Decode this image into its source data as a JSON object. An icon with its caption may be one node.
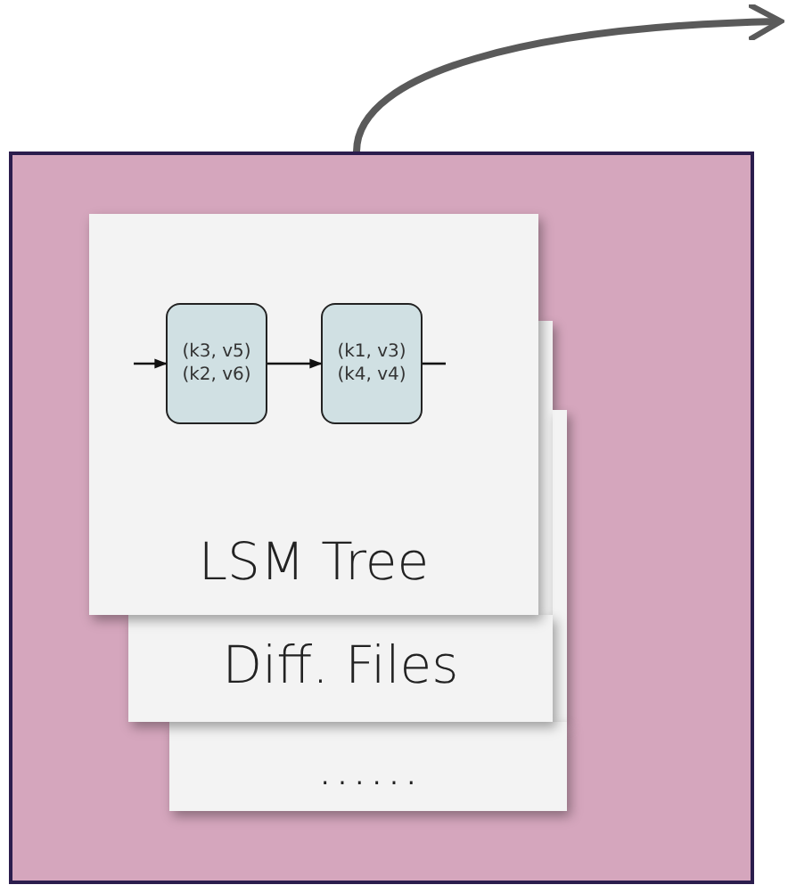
{
  "diagram": {
    "nodes": [
      {
        "text": [],
        "shape": "box"
      },
      {
        "text": [
          "LSM Tree"
        ],
        "in": 0
      },
      {
        "text": [
          "Diff. Files"
        ],
        "in": 0
      },
      {
        "text": [
          "……"
        ],
        "in": 0
      },
      {
        "text": [
          "(k3, v5)",
          "(k2, v6)"
        ],
        "in": 1
      },
      {
        "text": [
          "(k1, v3)",
          "(k4, v4)"
        ],
        "in": 1
      }
    ],
    "edges": [
      {
        "from": 0,
        "to": null,
        "arrow": "to",
        "style": "thick",
        "color": "#5a5a5a"
      },
      {
        "from": null,
        "to": 4,
        "arrow": "to"
      },
      {
        "from": 4,
        "to": 5,
        "arrow": "to"
      },
      {
        "from": 5,
        "to": null,
        "arrow": "none"
      }
    ]
  }
}
